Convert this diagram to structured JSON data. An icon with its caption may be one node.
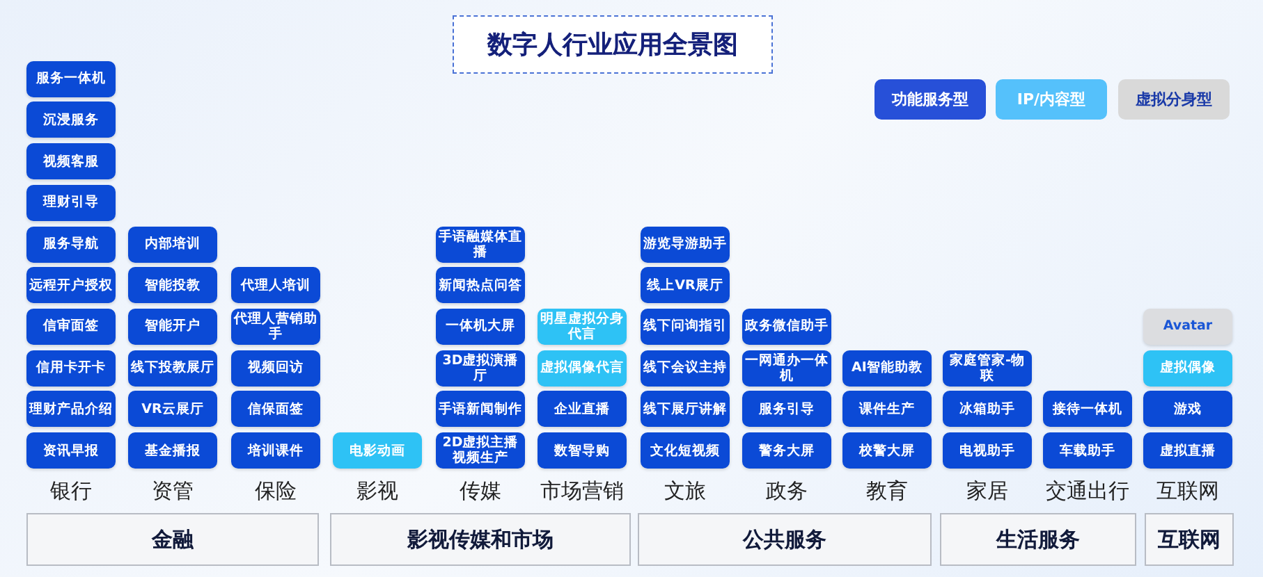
{
  "diagram": {
    "title": "数字人行业应用全景图",
    "nodes": [
      {
        "text": [
          "服务一体机"
        ]
      },
      {
        "text": [
          "沉浸服务"
        ]
      },
      {
        "text": [
          "视频客服"
        ]
      },
      {
        "text": [
          "理财引导"
        ]
      },
      {
        "text": [
          "服务导航"
        ]
      },
      {
        "text": [
          "远程开户授权"
        ]
      },
      {
        "text": [
          "信审面签"
        ]
      },
      {
        "text": [
          "信用卡开卡"
        ]
      },
      {
        "text": [
          "理财产品介绍"
        ]
      },
      {
        "text": [
          "资讯早报"
        ]
      },
      {
        "text": [
          "内部培训"
        ]
      },
      {
        "text": [
          "智能投教"
        ]
      },
      {
        "text": [
          "智能开户"
        ]
      },
      {
        "text": [
          "线下投教展厅"
        ]
      },
      {
        "text": [
          "VR云展厅"
        ]
      },
      {
        "text": [
          "基金播报"
        ]
      },
      {
        "text": [
          "代理人培训"
        ]
      },
      {
        "text": [
          "代理人营销助手"
        ]
      },
      {
        "text": [
          "视频回访"
        ]
      },
      {
        "text": [
          "信保面签"
        ]
      },
      {
        "text": [
          "培训课件"
        ]
      },
      {
        "text": [
          "电影动画"
        ]
      },
      {
        "text": [
          "手语融媒体直播"
        ]
      },
      {
        "text": [
          "新闻热点问答"
        ]
      },
      {
        "text": [
          "一体机大屏"
        ]
      },
      {
        "text": [
          "3D虚拟演播厅"
        ]
      },
      {
        "text": [
          "手语新闻制作"
        ]
      },
      {
        "text": [
          "2D虚拟主播视频生产"
        ]
      },
      {
        "text": [
          "明星虚拟分身代言"
        ]
      },
      {
        "text": [
          "虚拟偶像代言"
        ]
      },
      {
        "text": [
          "企业直播"
        ]
      },
      {
        "text": [
          "数智导购"
        ]
      },
      {
        "text": [
          "游览导游助手"
        ]
      },
      {
        "text": [
          "线上VR展厅"
        ]
      },
      {
        "text": [
          "线下问询指引"
        ]
      },
      {
        "text": [
          "线下会议主持"
        ]
      },
      {
        "text": [
          "线下展厅讲解"
        ]
      },
      {
        "text": [
          "文化短视频"
        ]
      },
      {
        "text": [
          "政务微信助手"
        ]
      },
      {
        "text": [
          "一网通办一体机"
        ]
      },
      {
        "text": [
          "服务引导"
        ]
      },
      {
        "text": [
          "警务大屏"
        ]
      },
      {
        "text": [
          "AI智能助教"
        ]
      },
      {
        "text": [
          "课件生产"
        ]
      },
      {
        "text": [
          "校警大屏"
        ]
      },
      {
        "text": [
          "家庭管家-物联"
        ]
      },
      {
        "text": [
          "冰箱助手"
        ]
      },
      {
        "text": [
          "电视助手"
        ]
      },
      {
        "text": [
          "接待一体机"
        ]
      },
      {
        "text": [
          "车载助手"
        ]
      },
      {
        "text": [
          "Avatar"
        ]
      },
      {
        "text": [
          "虚拟偶像"
        ]
      },
      {
        "text": [
          "游戏"
        ]
      },
      {
        "text": [
          "虚拟直播"
        ]
      },
      {
        "text": [
          "金融"
        ]
      },
      {
        "text": [
          "影视传媒和市场"
        ]
      },
      {
        "text": [
          "公共服务"
        ]
      },
      {
        "text": [
          "生活服务"
        ]
      },
      {
        "text": [
          "互联网"
        ]
      }
    ],
    "labels": [
      "银行",
      "资管",
      "保险",
      "影视",
      "传媒",
      "市场营销",
      "文旅",
      "政务",
      "教育",
      "家居",
      "交通出行",
      "互联网"
    ],
    "legend": [
      {
        "text": "功能服务型",
        "color": "#2750d8"
      },
      {
        "text": "IP/内容型",
        "color": "#55c1fb"
      },
      {
        "text": "虚拟分身型",
        "color": "#d9d9d9"
      }
    ]
  }
}
